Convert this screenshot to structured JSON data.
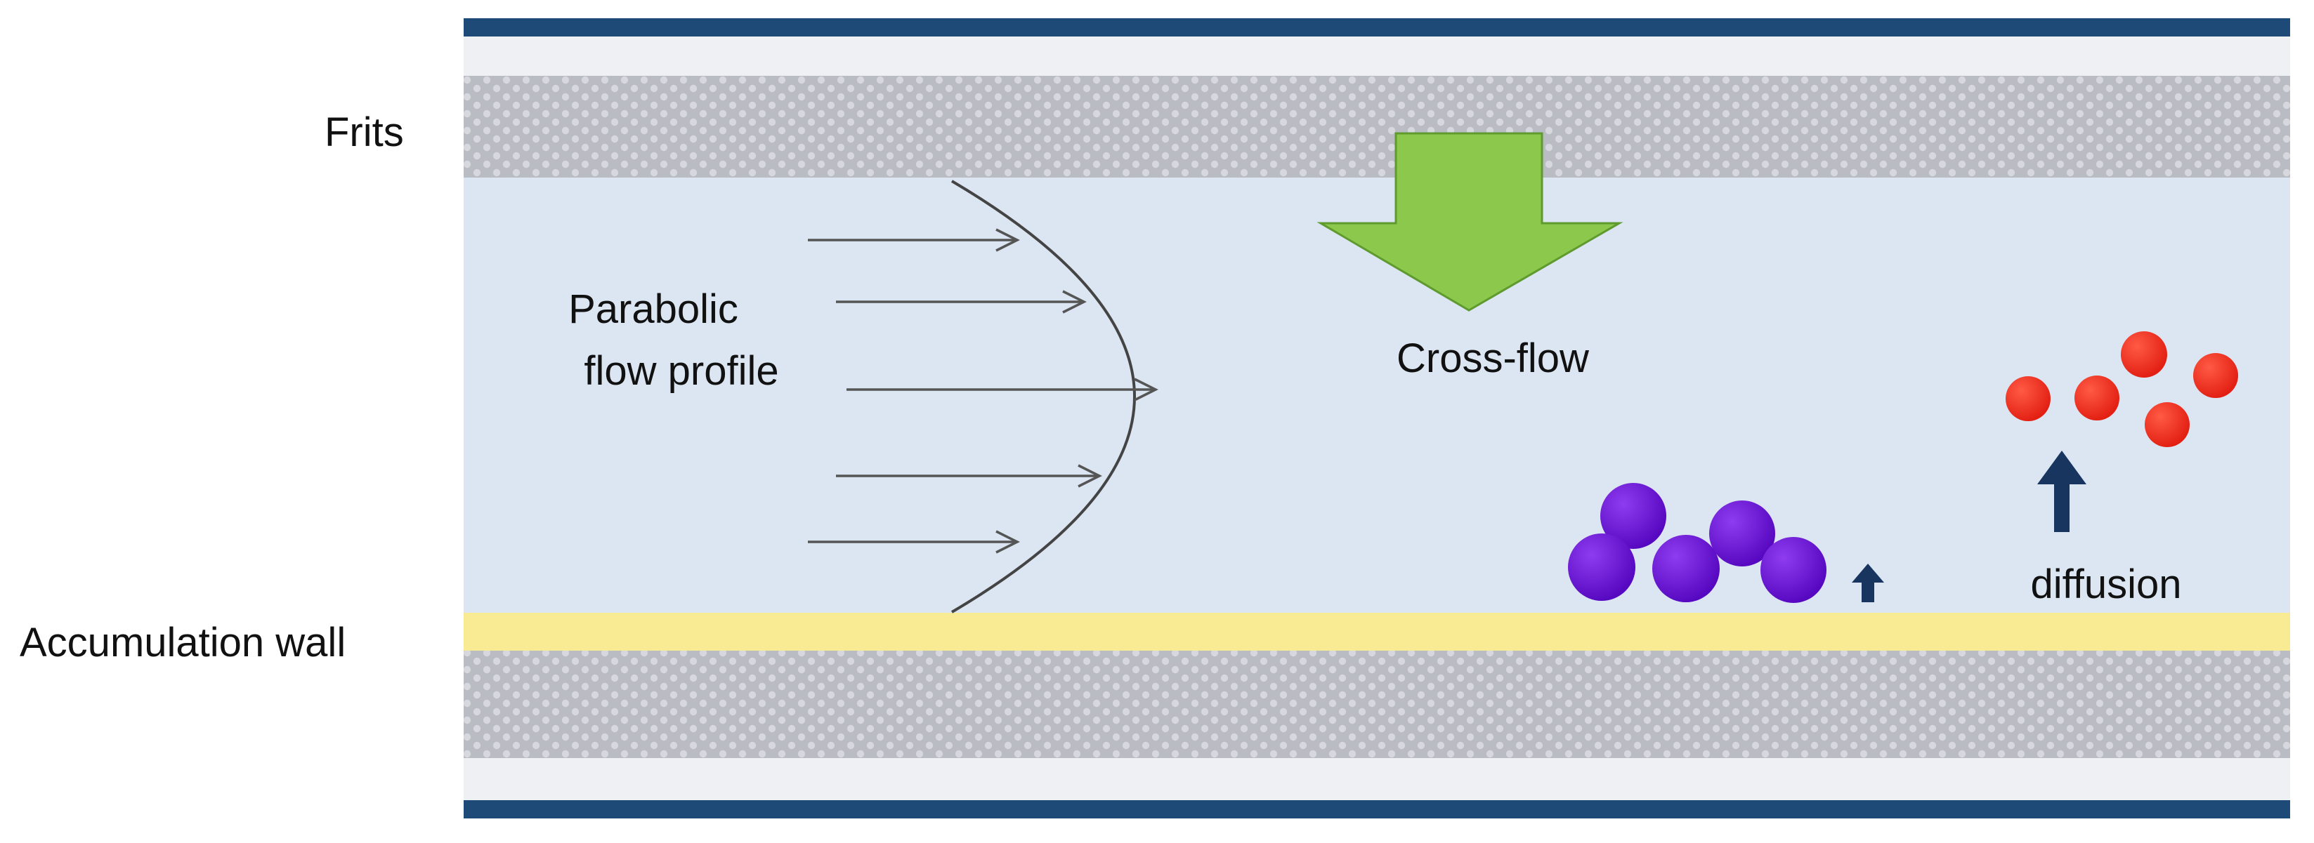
{
  "labels": {
    "frits": "Frits",
    "accumulation_wall": "Accumulation wall",
    "parabolic_line1": "Parabolic",
    "parabolic_line2": "flow profile",
    "cross_flow": "Cross-flow",
    "diffusion": "diffusion"
  },
  "colors": {
    "outer_wall": "#1e4a78",
    "outer_gap": "#eef0f3",
    "frit": "#babcc4",
    "frit_dot": "#d6d8de",
    "channel": "#dbe6f2",
    "accumulation_wall": "#f9eb94",
    "flow_arrow": "#555555",
    "cross_flow_arrow": "#8cc84b",
    "large_particle": "#6a0ed8",
    "small_particle": "#ee2f1f",
    "diffusion_arrow": "#17355e"
  },
  "icons": {
    "cross_flow": "down-arrow-icon",
    "diffusion": "up-arrow-icon"
  }
}
